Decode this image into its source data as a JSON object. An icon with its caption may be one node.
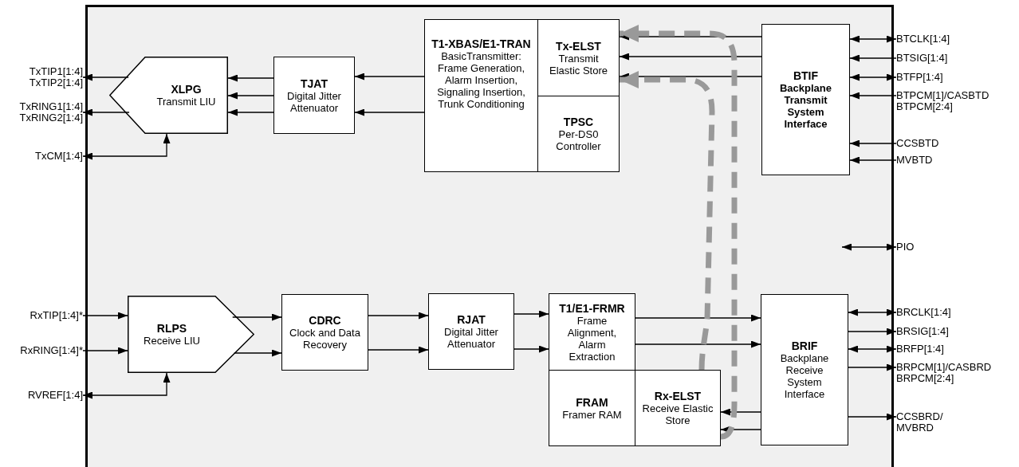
{
  "diagram": {
    "nodes": [
      {
        "text": [],
        "shape": "box"
      },
      {
        "text": [
          "XLPG",
          "Transmit LIU"
        ],
        "in": 0
      },
      {
        "text": [
          "TJAT",
          "Digital Jitter Attenuator"
        ],
        "in": 0
      },
      {
        "text": [
          "T1-XBAS/E1-TRAN",
          "BasicTransmitter: Frame Generation, Alarm Insertion, Signaling Insertion, Trunk Conditioning"
        ],
        "in": 0
      },
      {
        "text": [
          "Tx-ELST",
          "Transmit Elastic Store"
        ],
        "in": 0
      },
      {
        "text": [
          "TPSC",
          "Per-DS0 Controller"
        ],
        "in": 0
      },
      {
        "text": [
          "BTIF",
          "Backplane Transmit System Interface"
        ],
        "in": 0
      },
      {
        "text": [
          "RLPS",
          "Receive LIU"
        ],
        "in": 0
      },
      {
        "text": [
          "CDRC",
          "Clock and Data Recovery"
        ],
        "in": 0
      },
      {
        "text": [
          "RJAT",
          "Digital Jitter Attenuator"
        ],
        "in": 0
      },
      {
        "text": [
          "T1/E1-FRMR",
          "Frame Alignment, Alarm Extraction"
        ],
        "in": 0
      },
      {
        "text": [
          "FRAM",
          "Framer RAM"
        ],
        "in": 0
      },
      {
        "text": [
          "Rx-ELST",
          "Receive Elastic Store"
        ],
        "in": 0
      },
      {
        "text": [
          "BRIF",
          "Backplane Receive System Interface"
        ],
        "in": 0
      },
      {
        "text": [
          "TxTIP1[1:4]",
          "TxTIP2[1:4]"
        ]
      },
      {
        "text": [
          "TxRING1[1:4]",
          "TxRING2[1:4]"
        ]
      },
      {
        "text": [
          "TxCM[1:4]"
        ]
      },
      {
        "text": [
          "BTCLK[1:4]"
        ]
      },
      {
        "text": [
          "BTSIG[1:4]"
        ]
      },
      {
        "text": [
          "BTFP[1:4]"
        ]
      },
      {
        "text": [
          "BTPCM[1]/CASBTD",
          "BTPCM[2:4]"
        ]
      },
      {
        "text": [
          "CCSBTD"
        ]
      },
      {
        "text": [
          "MVBTD"
        ]
      },
      {
        "text": [
          "PIO"
        ]
      },
      {
        "text": [
          "RxTIP[1:4]*"
        ]
      },
      {
        "text": [
          "RxRING[1:4]*"
        ]
      },
      {
        "text": [
          "RVREF[1:4]"
        ]
      },
      {
        "text": [
          "BRCLK[1:4]"
        ]
      },
      {
        "text": [
          "BRSIG[1:4]"
        ]
      },
      {
        "text": [
          "BRFP[1:4]"
        ]
      },
      {
        "text": [
          "BRPCM[1]/CASBRD",
          "BRPCM[2:4]"
        ]
      },
      {
        "text": [
          "CCSBRD/",
          "MVBRD"
        ]
      }
    ],
    "edges": [
      {
        "from": 1,
        "to": 14,
        "arrow": "to"
      },
      {
        "from": 1,
        "to": 15,
        "arrow": "to"
      },
      {
        "from": 1,
        "to": 16,
        "arrow": "both"
      },
      {
        "from": 2,
        "to": 1,
        "arrow": "to"
      },
      {
        "from": 2,
        "to": 1,
        "arrow": "to"
      },
      {
        "from": 2,
        "to": 1,
        "arrow": "to"
      },
      {
        "from": 3,
        "to": 2,
        "arrow": "to"
      },
      {
        "from": 3,
        "to": 2,
        "arrow": "to"
      },
      {
        "from": 6,
        "to": 17,
        "arrow": "both"
      },
      {
        "from": 18,
        "to": 6,
        "arrow": "to"
      },
      {
        "from": 6,
        "to": 19,
        "arrow": "both"
      },
      {
        "from": 20,
        "to": 6,
        "arrow": "to"
      },
      {
        "from": 21,
        "to": 6,
        "arrow": "to"
      },
      {
        "from": 22,
        "to": 6,
        "arrow": "to"
      },
      {
        "from": 6,
        "to": 4,
        "arrow": "to"
      },
      {
        "from": 6,
        "to": 4,
        "arrow": "to"
      },
      {
        "from": 6,
        "to": 4,
        "arrow": "to"
      },
      {
        "from": null,
        "to": 23,
        "arrow": "both"
      },
      {
        "from": 24,
        "to": 7,
        "arrow": "to"
      },
      {
        "from": 25,
        "to": 7,
        "arrow": "to"
      },
      {
        "from": 7,
        "to": 26,
        "arrow": "both"
      },
      {
        "from": 7,
        "to": 8,
        "arrow": "to"
      },
      {
        "from": 7,
        "to": 8,
        "arrow": "to"
      },
      {
        "from": 8,
        "to": 9,
        "arrow": "to"
      },
      {
        "from": 8,
        "to": 9,
        "arrow": "to"
      },
      {
        "from": 9,
        "to": 10,
        "arrow": "to"
      },
      {
        "from": 9,
        "to": 10,
        "arrow": "to"
      },
      {
        "from": 10,
        "to": 13,
        "arrow": "to"
      },
      {
        "from": 10,
        "to": 13,
        "arrow": "to"
      },
      {
        "from": 13,
        "to": 12,
        "arrow": "to"
      },
      {
        "from": 13,
        "to": 12,
        "arrow": "to"
      },
      {
        "from": 13,
        "to": 27,
        "arrow": "both"
      },
      {
        "from": 13,
        "to": 28,
        "arrow": "to"
      },
      {
        "from": 13,
        "to": 29,
        "arrow": "both"
      },
      {
        "from": 13,
        "to": 30,
        "arrow": "to"
      },
      {
        "from": 13,
        "to": 31,
        "arrow": "to"
      },
      {
        "from": 12,
        "to": 4,
        "arrow": "to",
        "style": "dashed",
        "color": "#999999"
      },
      {
        "from": 12,
        "to": 4,
        "arrow": "to",
        "style": "dashed",
        "color": "#999999"
      }
    ]
  }
}
